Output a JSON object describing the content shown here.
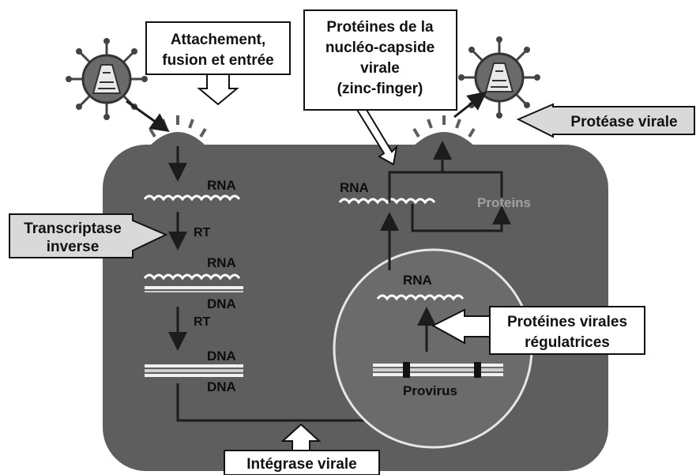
{
  "labels": {
    "attachement": [
      "Attachement,",
      "fusion et entrée"
    ],
    "nucleocapside": [
      "Protéines de la",
      "nucléo-capside",
      "virale",
      "(zinc-finger)"
    ],
    "protease": "Protéase virale",
    "transcriptase": [
      "Transcriptase",
      "inverse"
    ],
    "regulatrices": [
      "Protéines virales",
      "régulatrices"
    ],
    "integrase": "Intégrase virale"
  },
  "cell": {
    "rna_1": "RNA",
    "rt_1": "RT",
    "rna_2": "RNA",
    "dna_1": "DNA",
    "rt_2": "RT",
    "dna_2": "DNA",
    "dna_3": "DNA",
    "rna_top": "RNA",
    "proteins": "Proteins",
    "rna_nucleus": "RNA",
    "provirus": "Provirus"
  },
  "colors": {
    "cell": "#5e5e5e",
    "nucleus": "#6b6b6b",
    "grey_box": "#d9d9d9"
  }
}
